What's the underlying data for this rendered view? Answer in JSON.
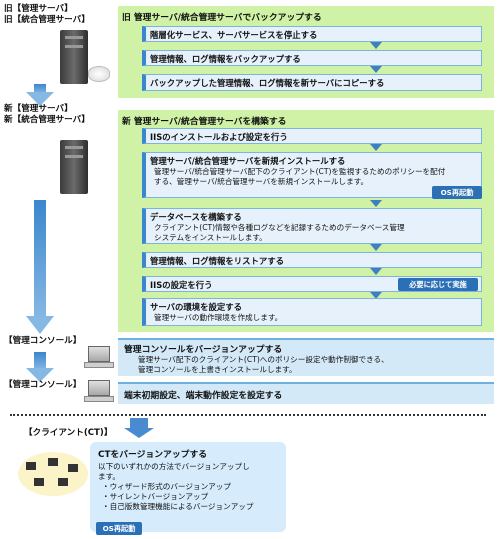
{
  "top_labels": {
    "old": [
      "旧【管理サーバ】",
      "旧【統合管理サーバ】"
    ],
    "new": [
      "新【管理サーバ】",
      "新【統合管理サーバ】"
    ]
  },
  "backup": {
    "title": "旧 管理サーバ/統合管理サーバでバックアップする",
    "steps": [
      "階層化サービス、サーバサービスを停止する",
      "管理情報、ログ情報をバックアップする",
      "バックアップした管理情報、ログ情報を新サーバにコピーする"
    ]
  },
  "build": {
    "title": "新 管理サーバ/統合管理サーバを構築する",
    "steps": [
      {
        "title": "IISのインストールおよび設定を行う"
      },
      {
        "title": "管理サーバ/統合管理サーバを新規インストールする",
        "desc": [
          "管理サーバ/統合管理サーバ配下のクライアント(CT)を監視するためのポリシーを配付",
          "する、管理サーバ/統合管理サーバを新規インストールします。"
        ],
        "badge": "OS再起動"
      },
      {
        "title": "データベースを構築する",
        "desc": [
          "クライアント(CT)情報や各種ログなどを記録するためのデータベース管理",
          "システムをインストールします。"
        ]
      },
      {
        "title": "管理情報、ログ情報をリストアする"
      },
      {
        "title": "IISの設定を行う",
        "badge": "必要に応じて実施"
      },
      {
        "title": "サーバの環境を設定する",
        "desc": [
          "管理サーバの動作環境を作成します。"
        ]
      }
    ]
  },
  "console1": {
    "label": "【管理コンソール】",
    "title": "管理コンソールをバージョンアップする",
    "desc": [
      "管理サーバ配下のクライアント(CT)へのポリシー設定や動作制御できる、",
      "管理コンソールを上書きインストールします。"
    ]
  },
  "console2": {
    "label": "【管理コンソール】",
    "title": "端末初期設定、端末動作設定を設定する"
  },
  "client": {
    "label": "【クライアント(CT)】",
    "title": "CTをバージョンアップする",
    "desc": [
      "以下のいずれかの方法でバージョンアップし",
      "ます。"
    ],
    "items": [
      "・ウィザード形式のバージョンアップ",
      "・サイレントバージョンアップ",
      "・自己版数管理機能によるバージョンアップ"
    ],
    "badge": "OS再起動"
  }
}
